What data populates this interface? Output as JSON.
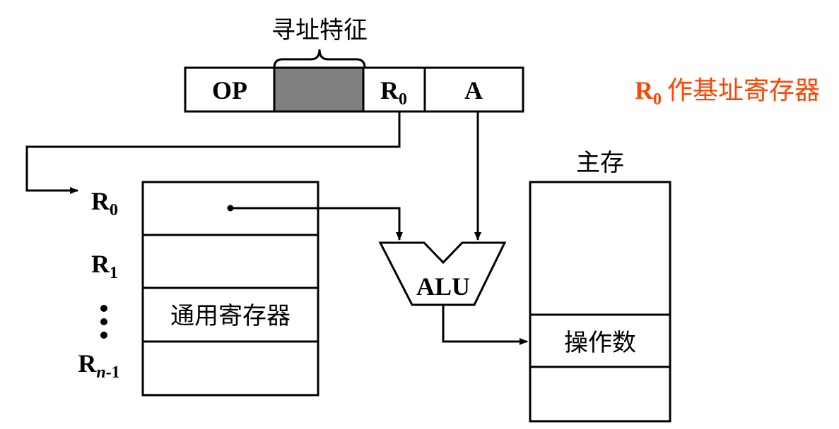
{
  "instruction": {
    "addressing_feature_label": "寻址特征",
    "op_label": "OP",
    "reg_field": {
      "base": "R",
      "sub": "0"
    },
    "address_label": "A"
  },
  "annotation": {
    "reg": {
      "base": "R",
      "sub": "0"
    },
    "text": "作基址寄存器",
    "color": "#ff4500"
  },
  "register_file": {
    "label": "通用寄存器",
    "registers": [
      {
        "base": "R",
        "sub": "0"
      },
      {
        "base": "R",
        "sub": "1"
      },
      {
        "base": "R",
        "sub_italic": "n",
        "sub": "-1"
      }
    ]
  },
  "alu": {
    "label": "ALU"
  },
  "memory": {
    "title": "主存",
    "operand_label": "操作数"
  },
  "colors": {
    "stroke": "#000000",
    "shaded_field": "#808080",
    "background": "#ffffff"
  }
}
